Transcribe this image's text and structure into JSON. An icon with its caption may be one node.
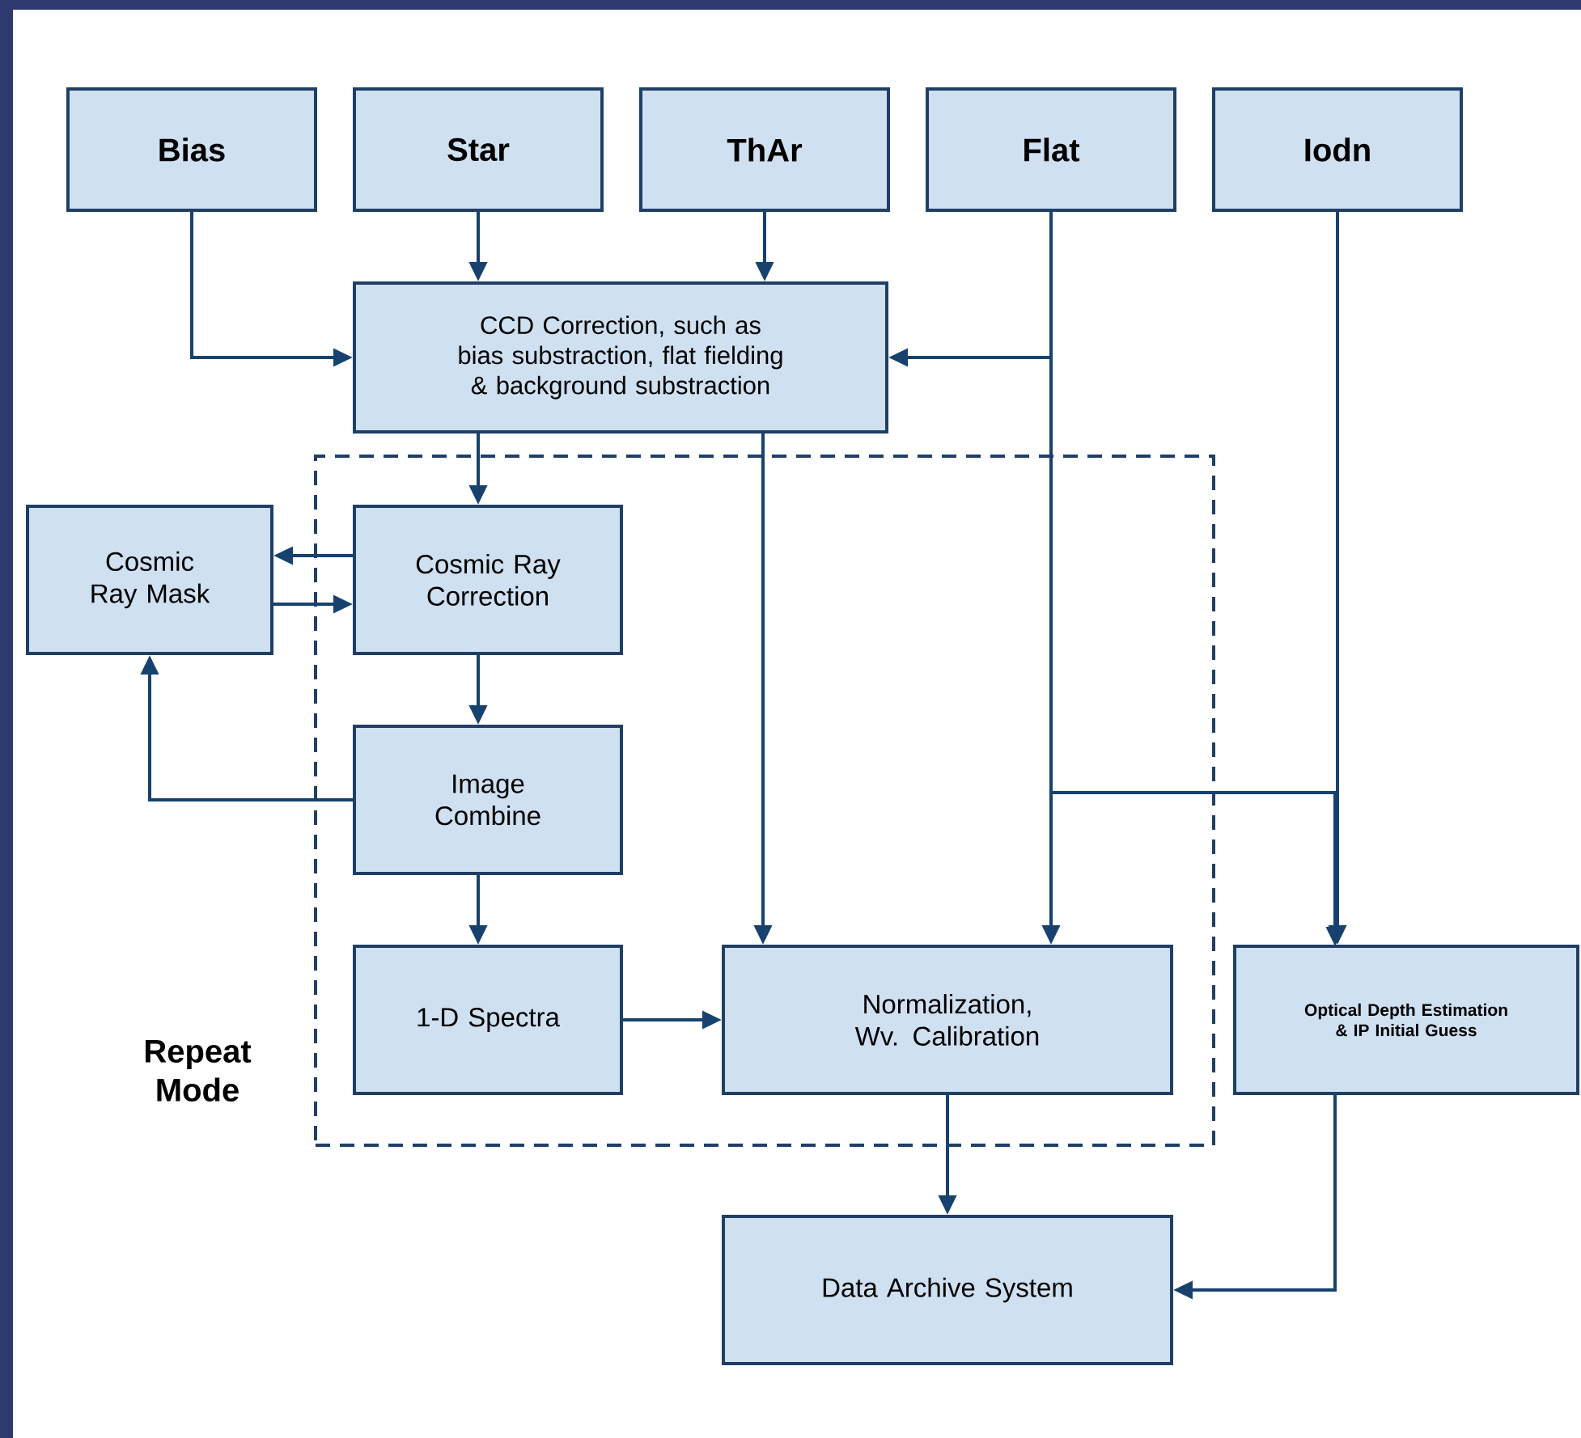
{
  "diagram": {
    "nodes": [
      {
        "text": [
          "Bias"
        ]
      },
      {
        "text": [
          "Star"
        ]
      },
      {
        "text": [
          "ThAr"
        ]
      },
      {
        "text": [
          "Flat"
        ]
      },
      {
        "text": [
          "Iodn"
        ]
      },
      {
        "text": [
          "CCD Correction, such as bias substraction, flat fielding & background substraction"
        ]
      },
      {
        "text": [
          "Repeat Mode"
        ]
      },
      {
        "text": [
          "Cosmic Ray Mask"
        ]
      },
      {
        "text": [
          "Cosmic Ray Correction"
        ],
        "in": 6
      },
      {
        "text": [
          "Image Combine"
        ],
        "in": 6
      },
      {
        "text": [
          "1-D Spectra"
        ],
        "in": 6
      },
      {
        "text": [
          "Normalization, Wv. Calibration"
        ],
        "in": 6
      },
      {
        "text": [
          "Optical Depth Estimation & IP Initial Guess"
        ]
      },
      {
        "text": [
          "Data Archive System"
        ]
      }
    ],
    "edges": [
      {
        "from": 0,
        "to": 5,
        "arrow": "to"
      },
      {
        "from": 1,
        "to": 5,
        "arrow": "to"
      },
      {
        "from": 2,
        "to": 5,
        "arrow": "to"
      },
      {
        "from": 3,
        "to": 5,
        "arrow": "to"
      },
      {
        "from": 3,
        "to": 11,
        "arrow": "to"
      },
      {
        "from": 3,
        "to": 12,
        "arrow": "to"
      },
      {
        "from": 4,
        "to": 12,
        "arrow": "to"
      },
      {
        "from": 5,
        "to": 8,
        "arrow": "to"
      },
      {
        "from": 5,
        "to": 11,
        "arrow": "to"
      },
      {
        "from": 8,
        "to": 7,
        "arrow": "to"
      },
      {
        "from": 7,
        "to": 8,
        "arrow": "to"
      },
      {
        "from": 8,
        "to": 9,
        "arrow": "to"
      },
      {
        "from": 9,
        "to": 7,
        "arrow": "to"
      },
      {
        "from": 9,
        "to": 10,
        "arrow": "to"
      },
      {
        "from": 10,
        "to": 11,
        "arrow": "to"
      },
      {
        "from": 11,
        "to": 13,
        "arrow": "to"
      },
      {
        "from": 12,
        "to": 13,
        "arrow": "to"
      }
    ]
  }
}
